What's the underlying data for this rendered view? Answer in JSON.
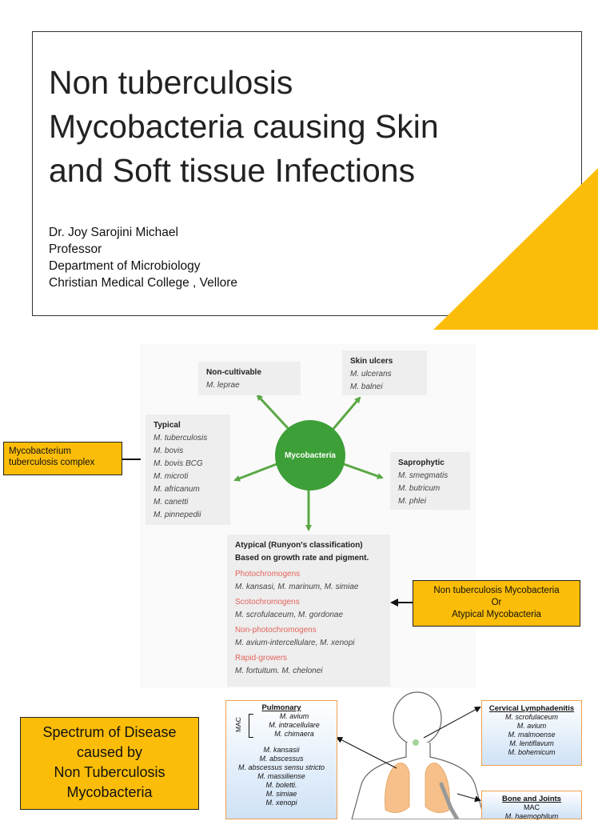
{
  "slide1": {
    "title": "Non tuberculosis\nMycobacteria causing Skin\nand Soft tissue Infections",
    "author_lines": [
      "Dr. Joy Sarojini Michael",
      "Professor",
      "Department of Microbiology",
      "Christian Medical College , Vellore"
    ],
    "accent_color": "#fbbd08"
  },
  "diagram": {
    "center_label": "Mycobacteria",
    "noncultivable": {
      "heading": "Non-cultivable",
      "items": [
        "M. leprae"
      ]
    },
    "skin_ulcers": {
      "heading": "Skin ulcers",
      "items": [
        "M. ulcerans",
        "M. balnei"
      ]
    },
    "typical": {
      "heading": "Typical",
      "items": [
        "M. tuberculosis",
        "M. bovis",
        "M. bovis BCG",
        "M. microti",
        "M. africanum",
        "M. canetti",
        "M. pinnepedii"
      ]
    },
    "saprophytic": {
      "heading": "Saprophytic",
      "items": [
        "M. smegmatis",
        "M. butricum",
        "M. phlei"
      ]
    },
    "atypical": {
      "heading1": "Atypical (Runyon's classification)",
      "heading2": "Based on growth rate and pigment.",
      "groups": [
        {
          "name": "Photochromogens",
          "members": "M. kansasi, M. marinum, M. simiae"
        },
        {
          "name": "Scotochromogens",
          "members": "M. scrofulaceum, M. gordonae"
        },
        {
          "name": "Non-photochromogens",
          "members": "M. avium-intercellulare, M. xenopi"
        },
        {
          "name": "Rapid-growers",
          "members": "M. fortuitum. M. chelonei"
        }
      ]
    },
    "callout_tb_complex": "Mycobacterium\ntuberculosis complex",
    "callout_ntm": [
      "Non tuberculosis Mycobacteria",
      "Or",
      "Atypical Mycobacteria"
    ],
    "arrow_color": "#5aa845"
  },
  "spectrum": {
    "title_lines": [
      "Spectrum of Disease",
      "caused by",
      "Non Tuberculosis",
      "Mycobacteria"
    ],
    "pulmonary": {
      "heading": "Pulmonary",
      "mac_label": "MAC",
      "mac_items": [
        "M. avium",
        "M. intracellulare",
        "M. chimaera"
      ],
      "items": [
        "M. kansasii",
        "M. abscessus",
        "M. abscessus sensu stricto",
        "M. massiliense",
        "M. boletti.",
        "M. simiae",
        "M. xenopi"
      ]
    },
    "cervical": {
      "heading": "Cervical Lymphadenitis",
      "items": [
        "M. scrofulaceum",
        "M. avium",
        "M. malmoense",
        "M. lentiflavum",
        "M. bohemicum"
      ]
    },
    "bone": {
      "heading": "Bone and Joints",
      "items": [
        "MAC",
        "M. haemophilum"
      ]
    }
  }
}
